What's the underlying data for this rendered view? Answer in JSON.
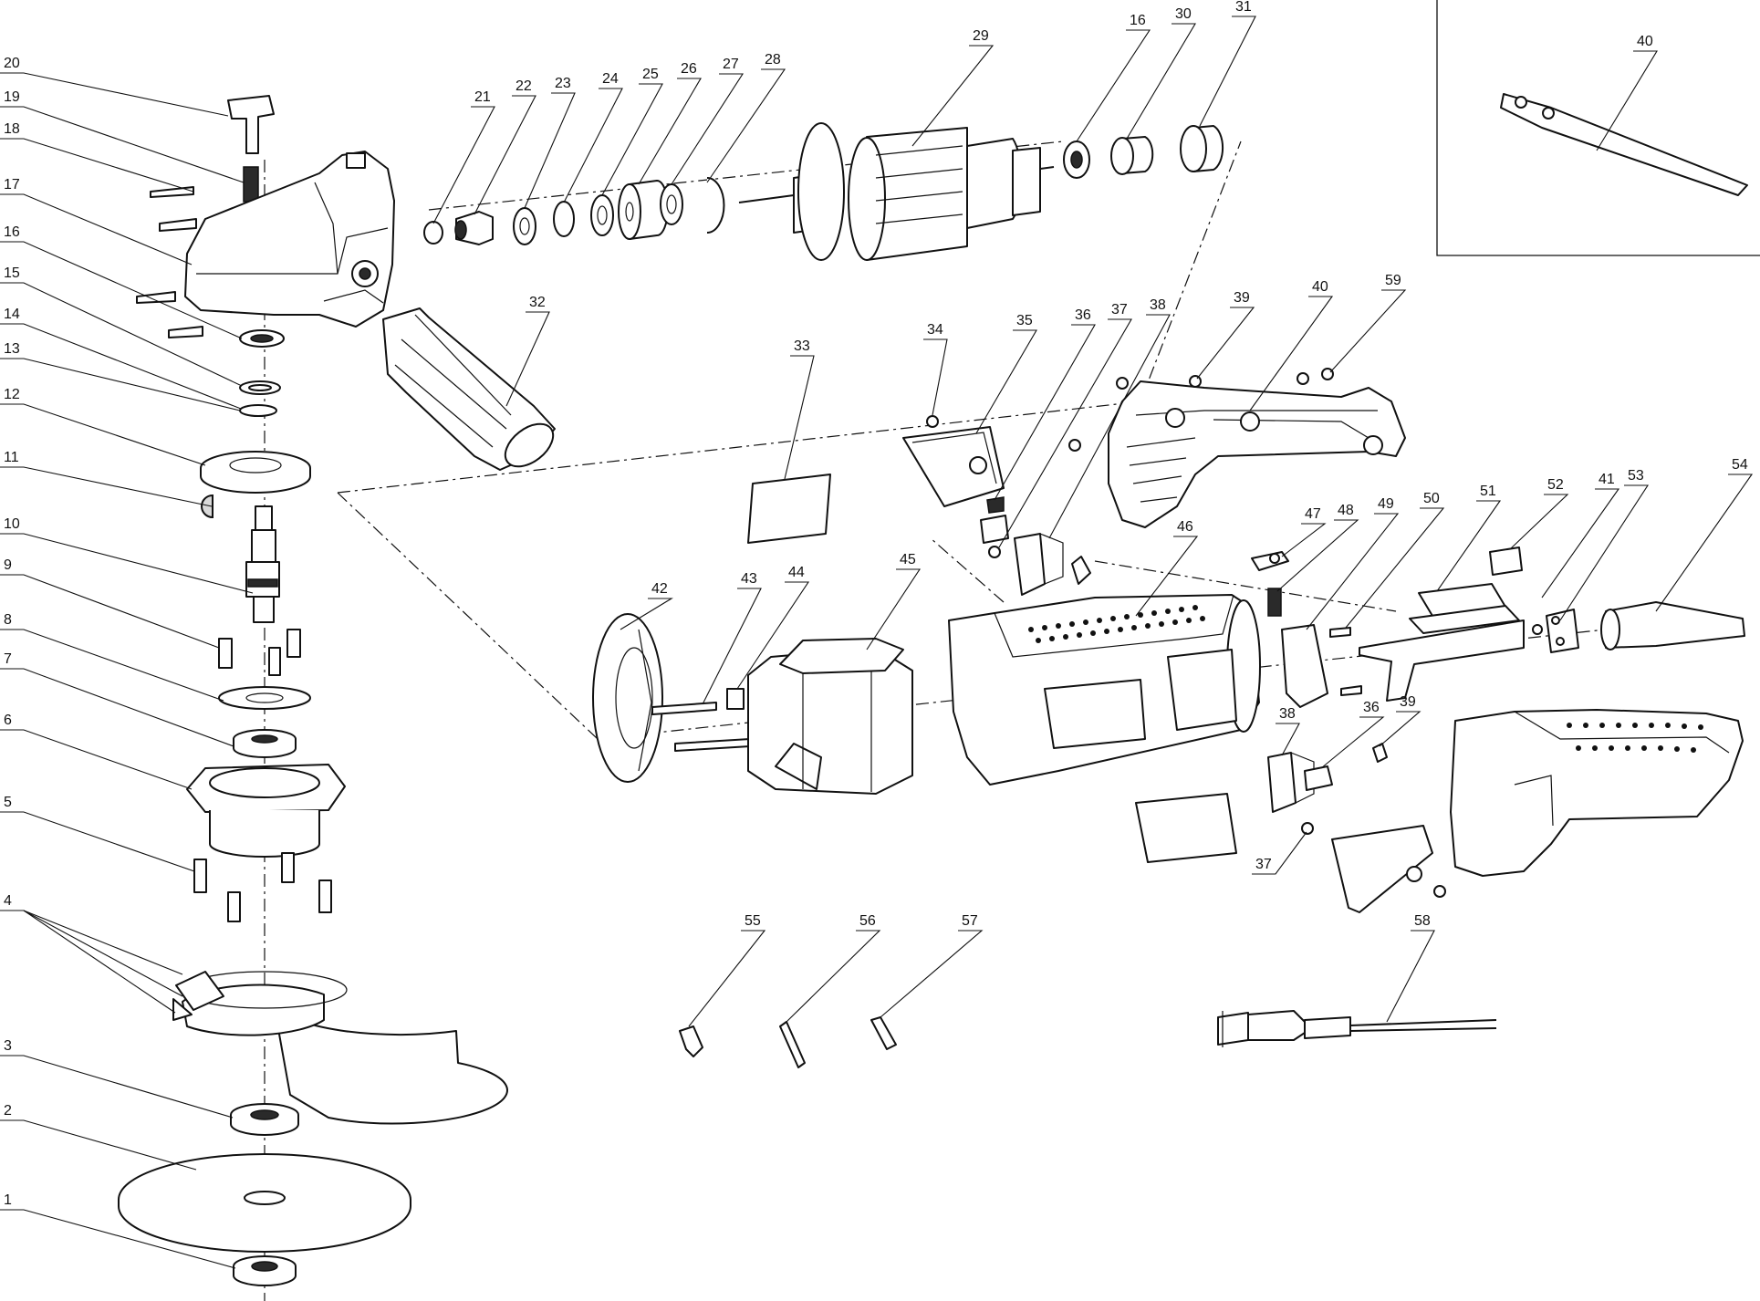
{
  "diagram": {
    "title": "Angle grinder exploded parts diagram",
    "ink_color": "#111111",
    "paper_color": "#ffffff",
    "callouts": [
      {
        "id": "20",
        "label": "20"
      },
      {
        "id": "19",
        "label": "19"
      },
      {
        "id": "18",
        "label": "18"
      },
      {
        "id": "17",
        "label": "17"
      },
      {
        "id": "16a",
        "label": "16"
      },
      {
        "id": "15",
        "label": "15"
      },
      {
        "id": "14",
        "label": "14"
      },
      {
        "id": "13",
        "label": "13"
      },
      {
        "id": "12",
        "label": "12"
      },
      {
        "id": "11",
        "label": "11"
      },
      {
        "id": "10",
        "label": "10"
      },
      {
        "id": "9",
        "label": "9"
      },
      {
        "id": "8",
        "label": "8"
      },
      {
        "id": "7",
        "label": "7"
      },
      {
        "id": "6",
        "label": "6"
      },
      {
        "id": "5",
        "label": "5"
      },
      {
        "id": "4",
        "label": "4"
      },
      {
        "id": "3",
        "label": "3"
      },
      {
        "id": "2",
        "label": "2"
      },
      {
        "id": "1",
        "label": "1"
      },
      {
        "id": "21",
        "label": "21"
      },
      {
        "id": "22",
        "label": "22"
      },
      {
        "id": "23",
        "label": "23"
      },
      {
        "id": "24",
        "label": "24"
      },
      {
        "id": "25",
        "label": "25"
      },
      {
        "id": "26",
        "label": "26"
      },
      {
        "id": "27",
        "label": "27"
      },
      {
        "id": "28",
        "label": "28"
      },
      {
        "id": "29",
        "label": "29"
      },
      {
        "id": "16b",
        "label": "16"
      },
      {
        "id": "30",
        "label": "30"
      },
      {
        "id": "31",
        "label": "31"
      },
      {
        "id": "32",
        "label": "32"
      },
      {
        "id": "33",
        "label": "33"
      },
      {
        "id": "34",
        "label": "34"
      },
      {
        "id": "35",
        "label": "35"
      },
      {
        "id": "36a",
        "label": "36"
      },
      {
        "id": "37a",
        "label": "37"
      },
      {
        "id": "38a",
        "label": "38"
      },
      {
        "id": "39a",
        "label": "39"
      },
      {
        "id": "40",
        "label": "40"
      },
      {
        "id": "41a",
        "label": "41"
      },
      {
        "id": "59",
        "label": "59"
      },
      {
        "id": "42",
        "label": "42"
      },
      {
        "id": "43",
        "label": "43"
      },
      {
        "id": "44",
        "label": "44"
      },
      {
        "id": "45",
        "label": "45"
      },
      {
        "id": "46",
        "label": "46"
      },
      {
        "id": "47",
        "label": "47"
      },
      {
        "id": "48",
        "label": "48"
      },
      {
        "id": "49",
        "label": "49"
      },
      {
        "id": "50",
        "label": "50"
      },
      {
        "id": "51",
        "label": "51"
      },
      {
        "id": "52",
        "label": "52"
      },
      {
        "id": "41b",
        "label": "41"
      },
      {
        "id": "53",
        "label": "53"
      },
      {
        "id": "54",
        "label": "54"
      },
      {
        "id": "38b",
        "label": "38"
      },
      {
        "id": "36b",
        "label": "36"
      },
      {
        "id": "39b",
        "label": "39"
      },
      {
        "id": "37b",
        "label": "37"
      },
      {
        "id": "55",
        "label": "55"
      },
      {
        "id": "56",
        "label": "56"
      },
      {
        "id": "57",
        "label": "57"
      },
      {
        "id": "58",
        "label": "58"
      }
    ]
  }
}
